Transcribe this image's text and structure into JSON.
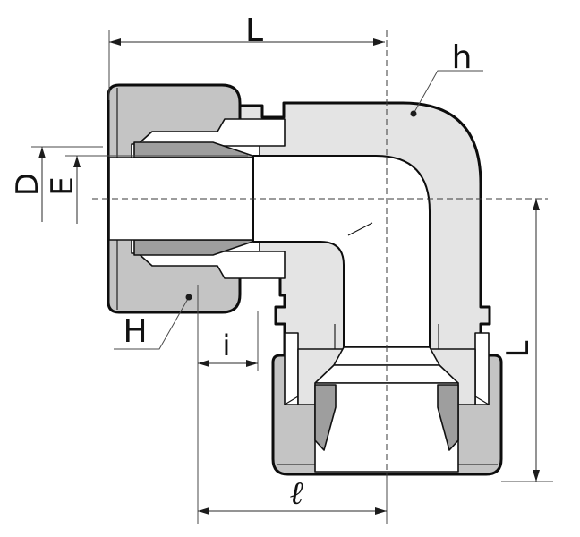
{
  "drawing": {
    "title": "elbow-compression-fitting-section-view",
    "dimension_labels": {
      "overall_length_top": "L",
      "body_leader": "h",
      "nut_outer_diameter": "D",
      "tube_diameter": "E",
      "nut_hex": "H",
      "engagement_length": "i",
      "overall_length_right": "L",
      "port_length_bottom": "ℓ"
    },
    "colors": {
      "background": "#ffffff",
      "body": "#e4e4e4",
      "nut": "#c4c4c4",
      "ferrule": "#9e9e9e",
      "bore": "#ffffff",
      "line": "#0d0d0d"
    }
  }
}
